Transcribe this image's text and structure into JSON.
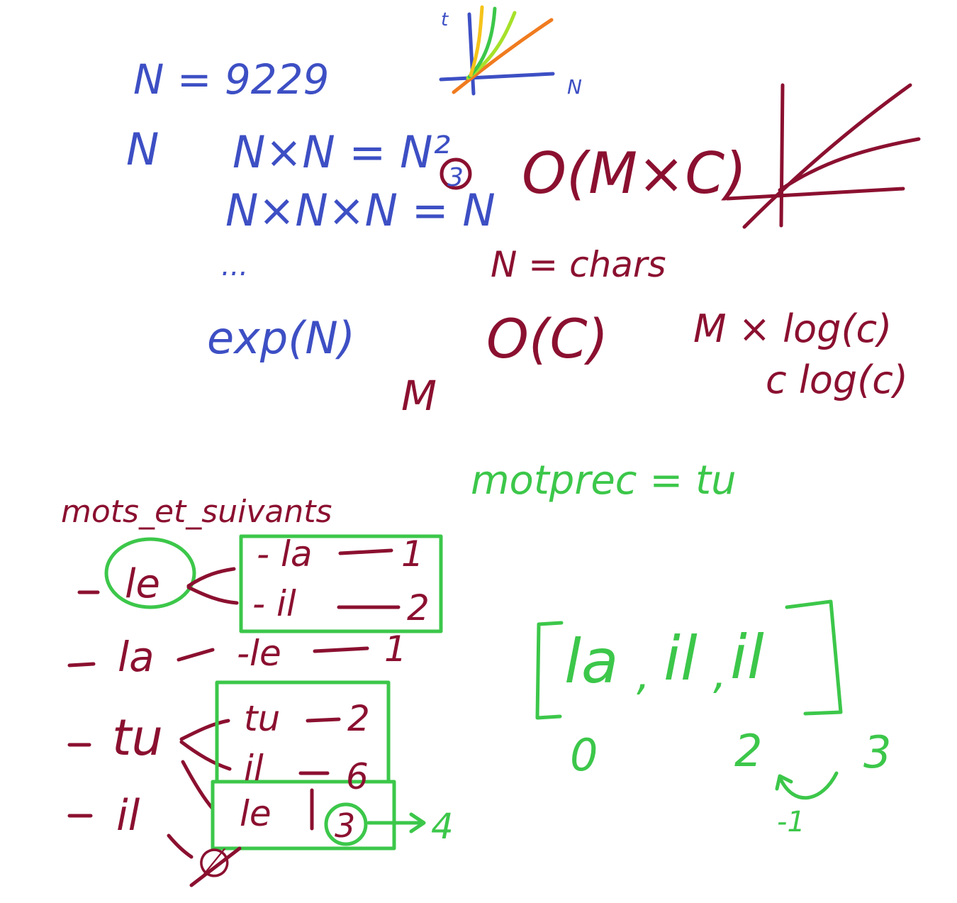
{
  "blue_notes": {
    "n_value": "N = 9229",
    "n": "N",
    "n_squared": "N×N = N²",
    "n_cubed": "N×N×N = N",
    "exponent_circled": "3",
    "ellipsis": "...",
    "exp": "exp(N)"
  },
  "mini_chart": {
    "y_axis_label": "t",
    "x_axis_label": "N"
  },
  "red_notes": {
    "o_mc": "O(M×C)",
    "n_chars": "N = chars",
    "o_c": "O(C)",
    "m": "M",
    "m_log_c": "M × log(c)",
    "c_log_c": "c log(c)"
  },
  "green_notes": {
    "mot_prec": "motprec = tu"
  },
  "dict_tree": {
    "title": "mots_et_suivants",
    "entries": [
      {
        "word": "le",
        "followers": [
          {
            "word": "la",
            "count": "1"
          },
          {
            "word": "il",
            "count": "2"
          }
        ]
      },
      {
        "word": "la",
        "followers": [
          {
            "word": "le",
            "count": "1"
          }
        ]
      },
      {
        "word": "tu",
        "followers": [
          {
            "word": "tu",
            "count": "2"
          },
          {
            "word": "il",
            "count": "6"
          },
          {
            "word": "le",
            "count": "3"
          }
        ]
      },
      {
        "word": "il",
        "followers": []
      }
    ],
    "updated_count": "4",
    "empty_set": "∅"
  },
  "list_example": {
    "items": [
      "la",
      "il",
      "il"
    ],
    "indices": [
      "0",
      "2",
      "3"
    ],
    "minus_one": "-1"
  },
  "colors": {
    "blue": "#3d4fc4",
    "dark_red": "#8b1030",
    "green": "#3cc74a",
    "orange": "#f07b1f",
    "yellow": "#f5c31a",
    "lime": "#a6e12a"
  }
}
